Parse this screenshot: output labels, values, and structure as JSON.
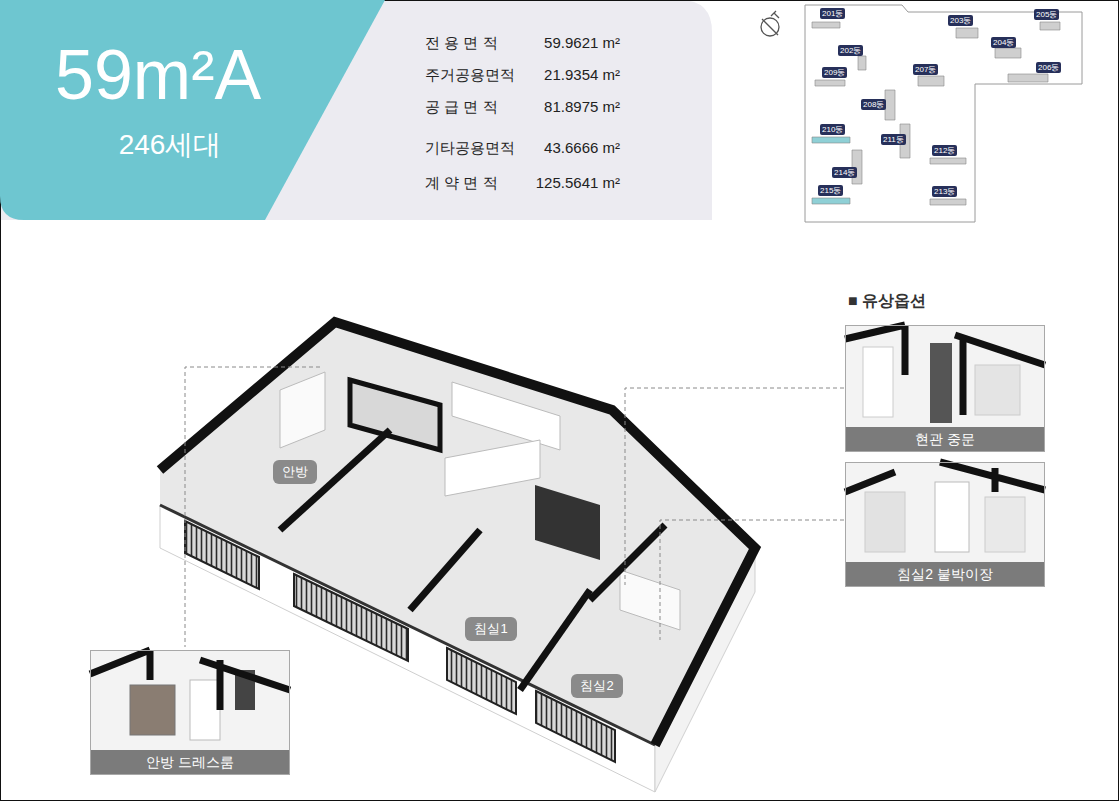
{
  "diagram": {
    "nodes": [
      {
        "text": [
          "59m²A",
          "246세대"
        ]
      },
      {
        "text": [
          "전 용 면 적",
          "59.9621 m²",
          "주거공용면적",
          "21.9354 m²",
          "공 급 면 적",
          "81.8975 m²",
          "기타공용면적",
          "43.6666 m²",
          "계 약 면 적",
          "125.5641 m²"
        ]
      },
      {
        "text": [
          "201동"
        ]
      },
      {
        "text": [
          "203동"
        ]
      },
      {
        "text": [
          "205동"
        ]
      },
      {
        "text": [
          "202동"
        ]
      },
      {
        "text": [
          "204동"
        ]
      },
      {
        "text": [
          "209동"
        ]
      },
      {
        "text": [
          "207동"
        ]
      },
      {
        "text": [
          "206동"
        ]
      },
      {
        "text": [
          "208동"
        ]
      },
      {
        "text": [
          "210동"
        ]
      },
      {
        "text": [
          "211동"
        ]
      },
      {
        "text": [
          "212동"
        ]
      },
      {
        "text": [
          "214동"
        ]
      },
      {
        "text": [
          "215동"
        ]
      },
      {
        "text": [
          "213동"
        ]
      },
      {
        "text": [
          "현관 중문"
        ]
      },
      {
        "text": [
          "안방"
        ]
      },
      {
        "text": [
          "침실2 붙박이장"
        ]
      },
      {
        "text": [
          "침실1"
        ]
      },
      {
        "text": [
          "안방 드레스룸"
        ]
      },
      {
        "text": [
          "침실2"
        ]
      }
    ],
    "labels": [
      "■ 유상옵션"
    ]
  }
}
